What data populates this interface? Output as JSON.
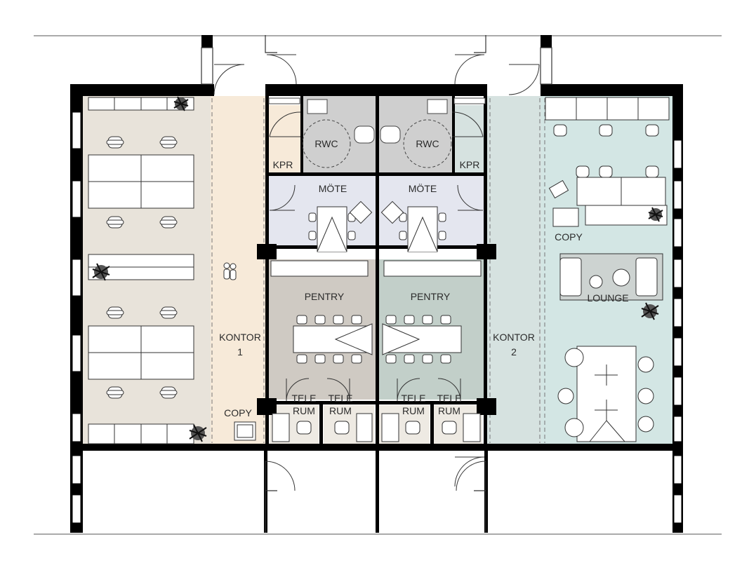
{
  "rooms": {
    "kontor1": {
      "line1": "KONTOR",
      "line2": "1"
    },
    "kontor2": {
      "line1": "KONTOR",
      "line2": "2"
    },
    "rwc_left": "RWC",
    "rwc_right": "RWC",
    "kpr_left": "KPR",
    "kpr_right": "KPR",
    "mote_left": "MÖTE",
    "mote_right": "MÖTE",
    "pentry_left": "PENTRY",
    "pentry_right": "PENTRY",
    "copy_left": "COPY",
    "copy_right": "COPY",
    "lounge": "LOUNGE",
    "telerum": [
      {
        "line1": "TELE",
        "line2": "RUM"
      },
      {
        "line1": "TELE",
        "line2": "RUM"
      },
      {
        "line1": "TELE",
        "line2": "RUM"
      },
      {
        "line1": "TELE",
        "line2": "RUM"
      }
    ]
  },
  "colors": {
    "kontor1_floor": "#e8e3da",
    "kontor1_corridor": "#f7ead9",
    "wc_grey": "#cfcfcf",
    "mote_blue": "#e4e6ef",
    "pentry_left": "#cfcac3",
    "pentry_right": "#c2cfc9",
    "kontor2_corridor": "#d6e2e0",
    "kontor2_floor": "#d3e6e4",
    "telerum_floor": "#eeeae3",
    "wall": "#000000"
  }
}
